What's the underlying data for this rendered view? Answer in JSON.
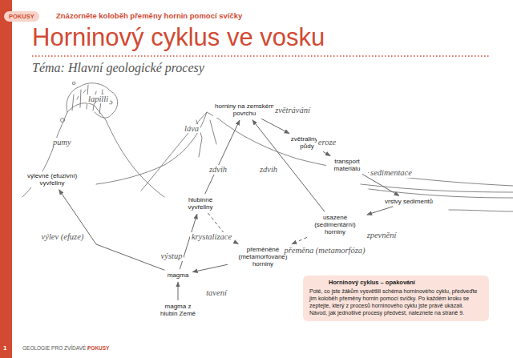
{
  "diagram": {
    "title": "Horninový cyklus ve vosku",
    "nodes": [
      {
        "text": [
          "horniny na zemském povrchu"
        ]
      },
      {
        "text": [
          "zvětraliny a půdy"
        ]
      },
      {
        "text": [
          "transport materiálu"
        ]
      },
      {
        "text": [
          "vrstvy sedimentů"
        ]
      },
      {
        "text": [
          "usazené (sedimentární) horniny"
        ]
      },
      {
        "text": [
          "přeměněné (metamorfované) horniny"
        ]
      },
      {
        "text": [
          "hlubinné vyvřeliny"
        ]
      },
      {
        "text": [
          "magma"
        ]
      },
      {
        "text": [
          "magma z hlubin Země"
        ]
      },
      {
        "text": [
          "výlevné (efuzivní) vyvřeliny"
        ]
      },
      {
        "text": [
          "Horninový cyklus – opakování",
          "Poté, co jste žákům vysvětlili schéma horninového cyklu, předveďte jim koloběh přeměny hornin pomocí svíčky. Po každém kroku se zeptejte, který z procesů horninového cyklu jste právě ukázali. Návod, jak jednotlivé procesy předvést, naleznete na straně 9."
        ]
      }
    ],
    "edges": [
      {
        "from": 0,
        "to": 1,
        "label": "zvětrávání",
        "arrow": "to"
      },
      {
        "from": 1,
        "to": 2,
        "label": "eroze",
        "arrow": "to"
      },
      {
        "from": 2,
        "to": 3,
        "label": "sedimentace",
        "arrow": "to"
      },
      {
        "from": 3,
        "to": 4,
        "label": "zpevnění",
        "arrow": "to"
      },
      {
        "from": 4,
        "to": 5,
        "label": "přeměna (metamorfóza)",
        "arrow": "to"
      },
      {
        "from": 5,
        "to": 7,
        "label": "tavení",
        "arrow": "to"
      },
      {
        "from": 7,
        "to": 6,
        "label": "výstup",
        "arrow": "to"
      },
      {
        "from": 6,
        "to": 5,
        "label": "krystalizace",
        "arrow": "to"
      },
      {
        "from": 7,
        "to": 9,
        "label": "výlev (efuze)",
        "arrow": "to"
      },
      {
        "from": 6,
        "to": 0,
        "label": "zdvih",
        "arrow": "to"
      },
      {
        "from": 4,
        "to": 0,
        "label": "zdvih",
        "arrow": "to"
      },
      {
        "from": 8,
        "to": 7,
        "arrow": "to"
      }
    ],
    "labels": [
      "POKUSY",
      "Znázorněte koloběh přeměny hornin pomocí svíčky",
      "Téma: Hlavní geologické procesy",
      "lapilli",
      "pumy",
      "láva",
      "1",
      "GEOLOGIE PRO ZVÍDAVÉ /",
      "POKUSY"
    ]
  }
}
